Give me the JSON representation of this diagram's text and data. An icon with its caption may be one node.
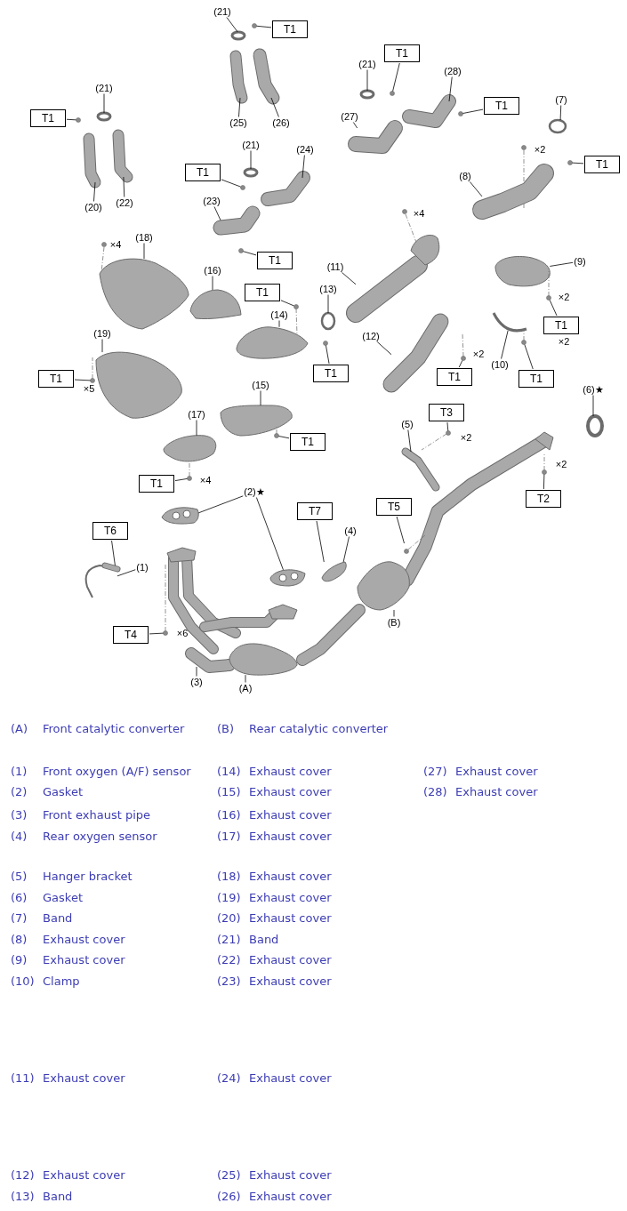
{
  "diagram": {
    "nodes": [
      {
        "text": [
          "(21)"
        ]
      },
      {
        "text": [
          "T1"
        ]
      },
      {
        "text": [
          "(20)"
        ]
      },
      {
        "text": [
          "(22)"
        ]
      },
      {
        "text": [
          "(21)"
        ]
      },
      {
        "text": [
          "T1"
        ]
      },
      {
        "text": [
          "(25)"
        ]
      },
      {
        "text": [
          "(26)"
        ]
      },
      {
        "text": [
          "(21)"
        ]
      },
      {
        "text": [
          "T1"
        ]
      },
      {
        "text": [
          "(24)"
        ]
      },
      {
        "text": [
          "(23)"
        ]
      },
      {
        "text": [
          "T1"
        ]
      },
      {
        "text": [
          "(21)"
        ]
      },
      {
        "text": [
          "T1"
        ]
      },
      {
        "text": [
          "(28)"
        ]
      },
      {
        "text": [
          "(27)"
        ]
      },
      {
        "text": [
          "T1"
        ]
      },
      {
        "text": [
          "(7)"
        ]
      },
      {
        "text": [
          "T1"
        ]
      },
      {
        "text": [
          "(8)"
        ]
      },
      {
        "text": [
          "(18)"
        ]
      },
      {
        "text": [
          "(16)"
        ]
      },
      {
        "text": [
          "T1"
        ]
      },
      {
        "text": [
          "(14)"
        ]
      },
      {
        "text": [
          "(13)"
        ]
      },
      {
        "text": [
          "(11)"
        ]
      },
      {
        "text": [
          "(9)"
        ]
      },
      {
        "text": [
          "T1"
        ]
      },
      {
        "text": [
          "(19)"
        ]
      },
      {
        "text": [
          "T1"
        ]
      },
      {
        "text": [
          "T1"
        ]
      },
      {
        "text": [
          "(12)"
        ]
      },
      {
        "text": [
          "T1"
        ]
      },
      {
        "text": [
          "(10)"
        ]
      },
      {
        "text": [
          "T1"
        ]
      },
      {
        "text": [
          "(6)★"
        ]
      },
      {
        "text": [
          "(15)"
        ]
      },
      {
        "text": [
          "T1"
        ]
      },
      {
        "text": [
          "(17)"
        ]
      },
      {
        "text": [
          "T1"
        ]
      },
      {
        "text": [
          "T3"
        ]
      },
      {
        "text": [
          "(5)"
        ]
      },
      {
        "text": [
          "(2)★"
        ]
      },
      {
        "text": [
          "T7"
        ]
      },
      {
        "text": [
          "T5"
        ]
      },
      {
        "text": [
          "(4)"
        ]
      },
      {
        "text": [
          "T2"
        ]
      },
      {
        "text": [
          "T6"
        ]
      },
      {
        "text": [
          "(1)"
        ]
      },
      {
        "text": [
          "T4"
        ]
      },
      {
        "text": [
          "(3)"
        ]
      },
      {
        "text": [
          "(B)"
        ]
      },
      {
        "text": [
          "(A)"
        ]
      },
      {
        "text": [],
        "shape": "circle"
      },
      {
        "text": [],
        "shape": "circle"
      },
      {
        "text": [],
        "shape": "picture"
      },
      {
        "text": [],
        "shape": "picture"
      },
      {
        "text": [],
        "shape": "circle"
      },
      {
        "text": [],
        "shape": "circle"
      },
      {
        "text": [],
        "shape": "picture"
      },
      {
        "text": [],
        "shape": "picture"
      },
      {
        "text": [],
        "shape": "circle"
      },
      {
        "text": [],
        "shape": "circle"
      },
      {
        "text": [],
        "shape": "picture"
      },
      {
        "text": [],
        "shape": "picture"
      },
      {
        "text": [],
        "shape": "circle"
      },
      {
        "text": [],
        "shape": "circle"
      },
      {
        "text": [],
        "shape": "circle"
      },
      {
        "text": [],
        "shape": "picture"
      },
      {
        "text": [],
        "shape": "picture"
      },
      {
        "text": [],
        "shape": "circle"
      },
      {
        "text": [],
        "shape": "circle"
      },
      {
        "text": [],
        "shape": "circle"
      },
      {
        "text": [],
        "shape": "picture",
        "beside": [
          "×2"
        ]
      },
      {
        "text": [],
        "shape": "picture",
        "beside": [
          "×4"
        ]
      },
      {
        "text": [],
        "shape": "picture"
      },
      {
        "text": [],
        "shape": "picture"
      },
      {
        "text": [],
        "shape": "picture"
      },
      {
        "text": [],
        "shape": "circle"
      },
      {
        "text": [],
        "shape": "picture",
        "beside": [
          "×4"
        ]
      },
      {
        "text": [],
        "shape": "picture"
      },
      {
        "text": [],
        "shape": "picture"
      },
      {
        "text": [],
        "shape": "picture"
      },
      {
        "text": [],
        "shape": "picture"
      },
      {
        "text": [],
        "shape": "circle"
      },
      {
        "text": [],
        "shape": "picture"
      },
      {
        "text": [],
        "shape": "picture"
      },
      {
        "text": [],
        "shape": "picture"
      },
      {
        "text": [],
        "shape": "picture"
      },
      {
        "text": [],
        "shape": "circle"
      },
      {
        "text": [],
        "shape": "picture"
      },
      {
        "text": [],
        "shape": "picture"
      },
      {
        "text": [],
        "shape": "picture"
      },
      {
        "text": [],
        "shape": "picture"
      },
      {
        "text": [],
        "shape": "picture"
      },
      {
        "text": [],
        "shape": "picture"
      },
      {
        "text": [],
        "shape": "picture"
      },
      {
        "text": [],
        "shape": "picture"
      },
      {
        "text": [],
        "shape": "picture"
      },
      {
        "text": [],
        "shape": "picture"
      },
      {
        "text": [],
        "shape": "picture"
      },
      {
        "text": [],
        "shape": "picture"
      },
      {
        "text": [],
        "shape": "picture"
      },
      {
        "text": [],
        "shape": "picture"
      },
      {
        "text": [],
        "shape": "picture"
      },
      {
        "text": [],
        "shape": "picture"
      }
    ],
    "edges": [
      {
        "from": 0,
        "to": 54,
        "arrow": "none"
      },
      {
        "from": 1,
        "to": 55,
        "arrow": "none"
      },
      {
        "from": 2,
        "to": 56,
        "arrow": "none"
      },
      {
        "from": 3,
        "to": 57,
        "arrow": "none"
      },
      {
        "from": 4,
        "to": 58,
        "arrow": "none"
      },
      {
        "from": 5,
        "to": 59,
        "arrow": "none"
      },
      {
        "from": 6,
        "to": 60,
        "arrow": "none"
      },
      {
        "from": 7,
        "to": 61,
        "arrow": "none"
      },
      {
        "from": 8,
        "to": 62,
        "arrow": "none"
      },
      {
        "from": 9,
        "to": 63,
        "arrow": "none"
      },
      {
        "from": 10,
        "to": 64,
        "arrow": "none"
      },
      {
        "from": 11,
        "to": 65,
        "arrow": "none"
      },
      {
        "from": 12,
        "to": 66,
        "arrow": "none"
      },
      {
        "from": 13,
        "to": 67,
        "arrow": "none"
      },
      {
        "from": 14,
        "to": 68,
        "arrow": "none"
      },
      {
        "from": 15,
        "to": 69,
        "arrow": "none"
      },
      {
        "from": 16,
        "to": 70,
        "arrow": "none"
      },
      {
        "from": 17,
        "to": 71,
        "arrow": "none"
      },
      {
        "from": 18,
        "to": 72,
        "arrow": "none"
      },
      {
        "from": 19,
        "to": 73,
        "arrow": "none"
      },
      {
        "from": 20,
        "to": 74,
        "arrow": "none"
      },
      {
        "from": 21,
        "to": 75,
        "arrow": "none"
      },
      {
        "from": 22,
        "to": 76,
        "arrow": "none"
      },
      {
        "from": 23,
        "to": 77,
        "arrow": "none"
      },
      {
        "from": 24,
        "to": 78,
        "arrow": "none"
      },
      {
        "from": 25,
        "to": 79,
        "arrow": "none"
      },
      {
        "from": 26,
        "to": 80,
        "arrow": "none"
      },
      {
        "from": 27,
        "to": 81,
        "arrow": "none"
      },
      {
        "from": 28,
        "to": 82,
        "arrow": "none"
      },
      {
        "from": 29,
        "to": 83,
        "arrow": "none"
      },
      {
        "from": 30,
        "to": 84,
        "arrow": "none"
      },
      {
        "from": 31,
        "to": 85,
        "arrow": "none"
      },
      {
        "from": 32,
        "to": 86,
        "arrow": "none"
      },
      {
        "from": 33,
        "to": 87,
        "arrow": "none"
      },
      {
        "from": 34,
        "to": 88,
        "arrow": "none"
      },
      {
        "from": 35,
        "to": 89,
        "arrow": "none"
      },
      {
        "from": 36,
        "to": 90,
        "arrow": "none"
      },
      {
        "from": 37,
        "to": 91,
        "arrow": "none"
      },
      {
        "from": 38,
        "to": 92,
        "arrow": "none"
      },
      {
        "from": 39,
        "to": 93,
        "arrow": "none"
      },
      {
        "from": 40,
        "to": 94,
        "arrow": "none"
      },
      {
        "from": 41,
        "to": 95,
        "arrow": "none"
      },
      {
        "from": 42,
        "to": 96,
        "arrow": "none"
      },
      {
        "from": 43,
        "to": 97,
        "arrow": "none"
      },
      {
        "from": 43,
        "to": 98,
        "arrow": "none"
      },
      {
        "from": 44,
        "to": 99,
        "arrow": "none"
      },
      {
        "from": 45,
        "to": 100,
        "arrow": "none"
      },
      {
        "from": 46,
        "to": 99,
        "arrow": "none"
      },
      {
        "from": 47,
        "to": 101,
        "arrow": "none"
      },
      {
        "from": 48,
        "to": 102,
        "arrow": "none"
      },
      {
        "from": 49,
        "to": 102,
        "arrow": "none"
      },
      {
        "from": 50,
        "to": 103,
        "arrow": "none"
      },
      {
        "from": 51,
        "to": 104,
        "arrow": "none"
      },
      {
        "from": 52,
        "to": 105,
        "arrow": "none"
      },
      {
        "from": 53,
        "to": 106,
        "arrow": "none"
      }
    ],
    "labels": [
      "×2",
      "×2",
      "×2",
      "×5",
      "×2",
      "×2",
      "×4",
      "×6",
      "(A)",
      "Front catalytic converter",
      "(B)",
      "Rear catalytic converter",
      "(1)",
      "Front oxygen (A/F) sensor",
      "(14)",
      "Exhaust cover",
      "(27)",
      "Exhaust cover",
      "(2)",
      "Gasket",
      "(15)",
      "Exhaust cover",
      "(28)",
      "Exhaust cover",
      "(3)",
      "Front exhaust pipe",
      "(16)",
      "Exhaust cover",
      "(4)",
      "Rear oxygen sensor",
      "(17)",
      "Exhaust cover",
      "(5)",
      "Hanger bracket",
      "(18)",
      "Exhaust cover",
      "(6)",
      "Gasket",
      "(19)",
      "Exhaust cover",
      "(7)",
      "Band",
      "(20)",
      "Exhaust cover",
      "(8)",
      "Exhaust cover",
      "(21)",
      "Band",
      "(9)",
      "Exhaust cover",
      "(22)",
      "Exhaust cover",
      "(10)",
      "Clamp",
      "(23)",
      "Exhaust cover",
      "(11)",
      "Exhaust cover",
      "(24)",
      "Exhaust cover",
      "(12)",
      "Exhaust cover",
      "(25)",
      "Exhaust cover",
      "(13)",
      "Band",
      "(26)",
      "Exhaust cover"
    ]
  }
}
